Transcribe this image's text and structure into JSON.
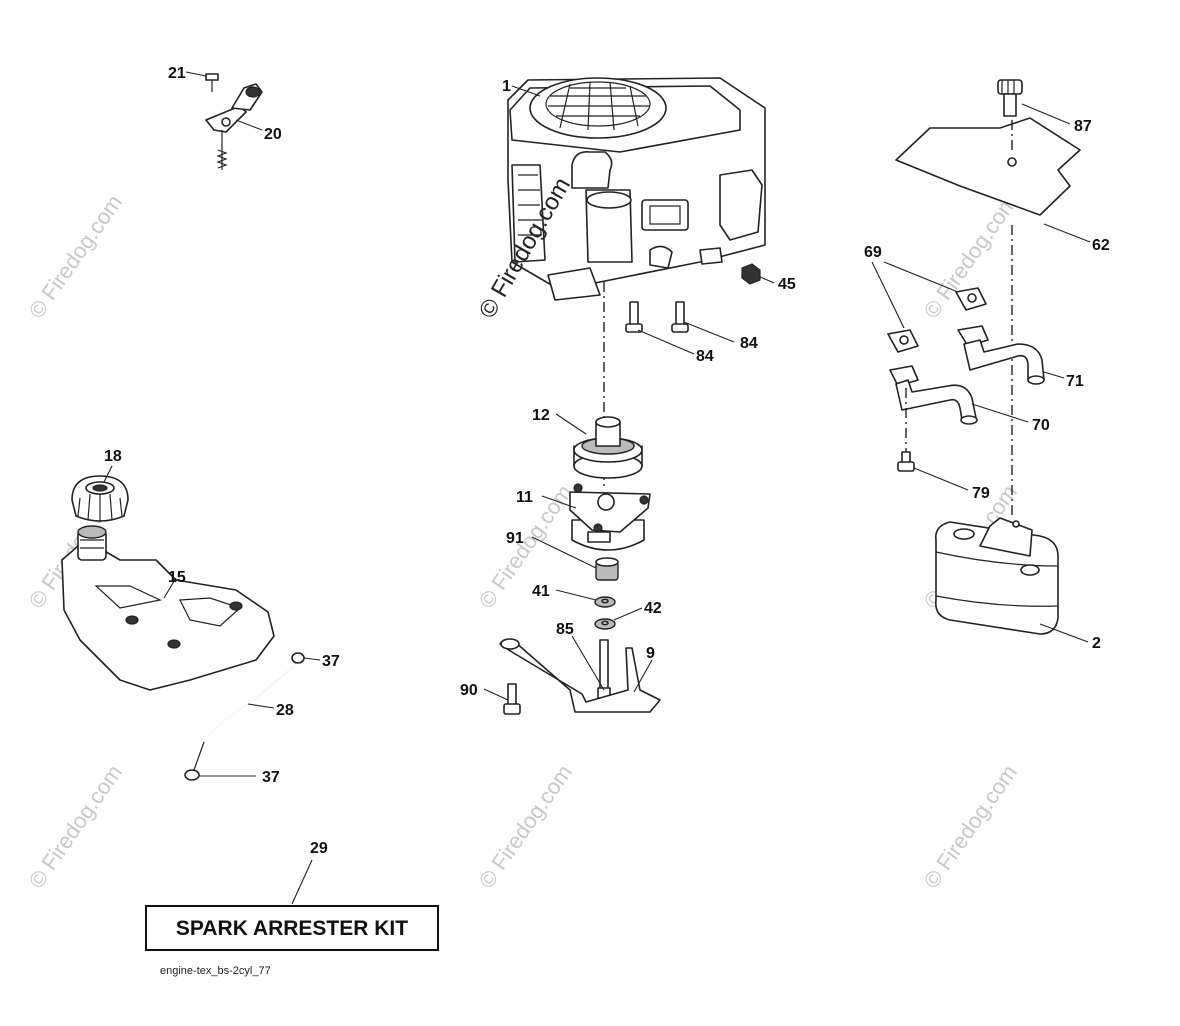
{
  "watermark_text": "© Firedog.com",
  "kit_box_label": "SPARK ARRESTER KIT",
  "reference_code": "engine-tex_bs-2cyl_77",
  "part_numbers": {
    "p1": "1",
    "p2": "2",
    "p9": "9",
    "p11": "11",
    "p12": "12",
    "p15": "15",
    "p18": "18",
    "p20": "20",
    "p21": "21",
    "p28": "28",
    "p29": "29",
    "p37a": "37",
    "p37b": "37",
    "p41": "41",
    "p42": "42",
    "p45": "45",
    "p62": "62",
    "p69": "69",
    "p70": "70",
    "p71": "71",
    "p79": "79",
    "p84a": "84",
    "p84b": "84",
    "p85": "85",
    "p87": "87",
    "p90": "90",
    "p91": "91"
  }
}
